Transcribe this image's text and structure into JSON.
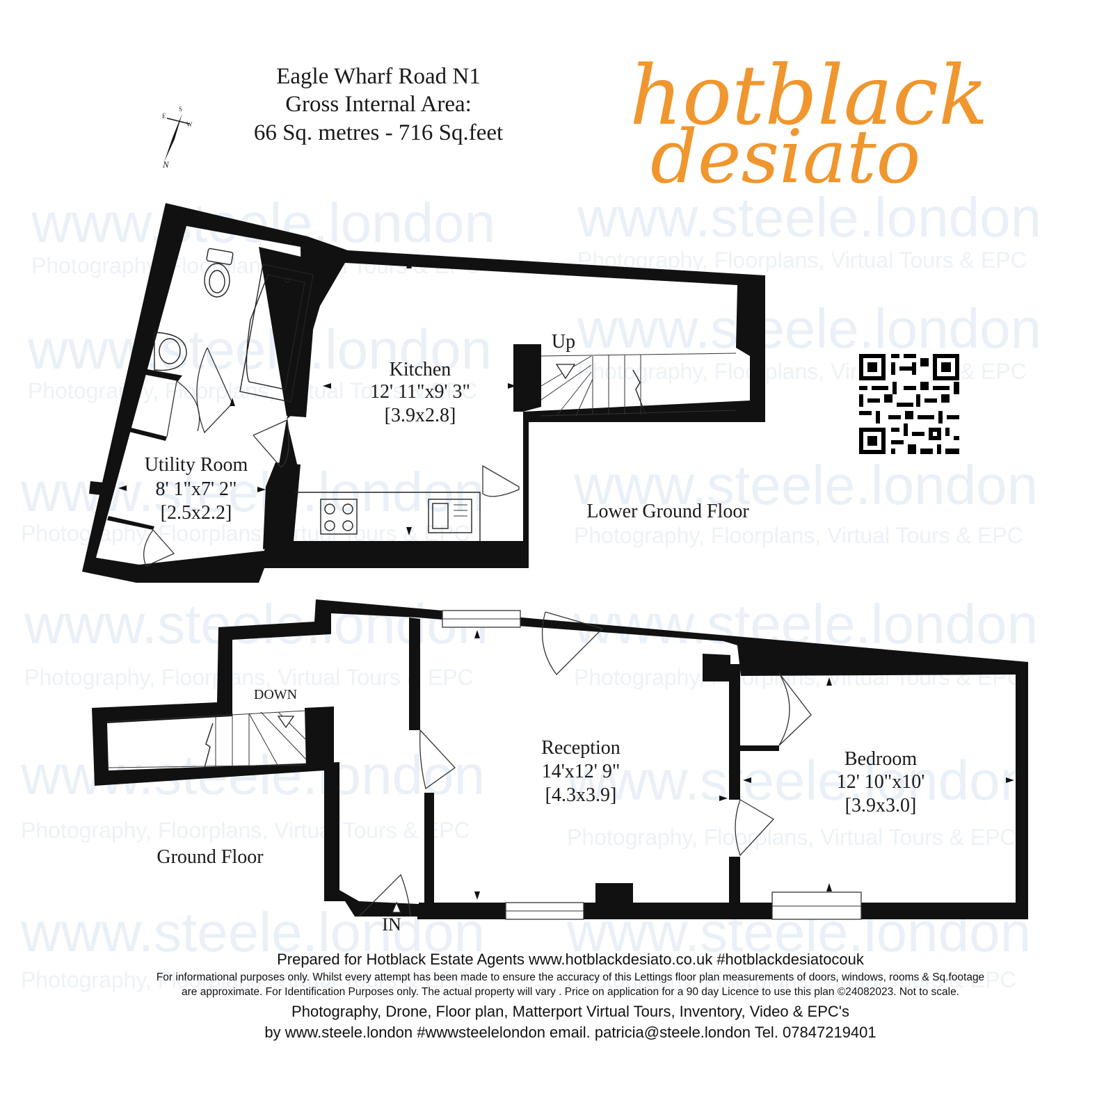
{
  "header": {
    "address": "Eagle Wharf Road N1",
    "area_label": "Gross Internal Area:",
    "area_value": "66 Sq. metres - 716 Sq.feet"
  },
  "logo": {
    "line1": "hotblack",
    "line2": "desiato",
    "color": "#f0962e"
  },
  "compass": {
    "n": "N",
    "s": "S",
    "e": "E",
    "w": "W"
  },
  "watermark": {
    "url": "www.steele.london",
    "tagline": "Photography, Floorplans, Virtual Tours & EPC"
  },
  "floors": {
    "lower_ground": {
      "label": "Lower Ground Floor",
      "stairs_label": "Up",
      "rooms": [
        {
          "name": "Kitchen",
          "imperial": "12' 11\"x9' 3\"",
          "metric": "[3.9x2.8]"
        },
        {
          "name": "Utility Room",
          "imperial": "8' 1\"x7' 2\"",
          "metric": "[2.5x2.2]"
        }
      ]
    },
    "ground": {
      "label": "Ground Floor",
      "stairs_label": "DOWN",
      "entrance_label": "IN",
      "rooms": [
        {
          "name": "Reception",
          "imperial": "14'x12' 9\"",
          "metric": "[4.3x3.9]"
        },
        {
          "name": "Bedroom",
          "imperial": "12' 10\"x10'",
          "metric": "[3.9x3.0]"
        }
      ]
    }
  },
  "footer": {
    "prepared": "Prepared for Hotblack Estate Agents www.hotblackdesiato.co.uk  #hotblackdesiatocouk",
    "disclaimer1": "For informational purposes only. Whilst every attempt has been made to ensure the accuracy of this Lettings floor plan measurements of doors, windows, rooms & Sq.footage",
    "disclaimer2": "are approximate. For Identification Purposes only. The actual property will vary . Price on application for a 90 day Licence to use this plan ©24082023. Not to scale.",
    "services": "Photography, Drone, Floor plan,  Matterport Virtual Tours, Inventory, Video & EPC's",
    "contact": "by www.steele.london  #wwwsteelelondon email. patricia@steele.london  Tel. 07847219401"
  }
}
